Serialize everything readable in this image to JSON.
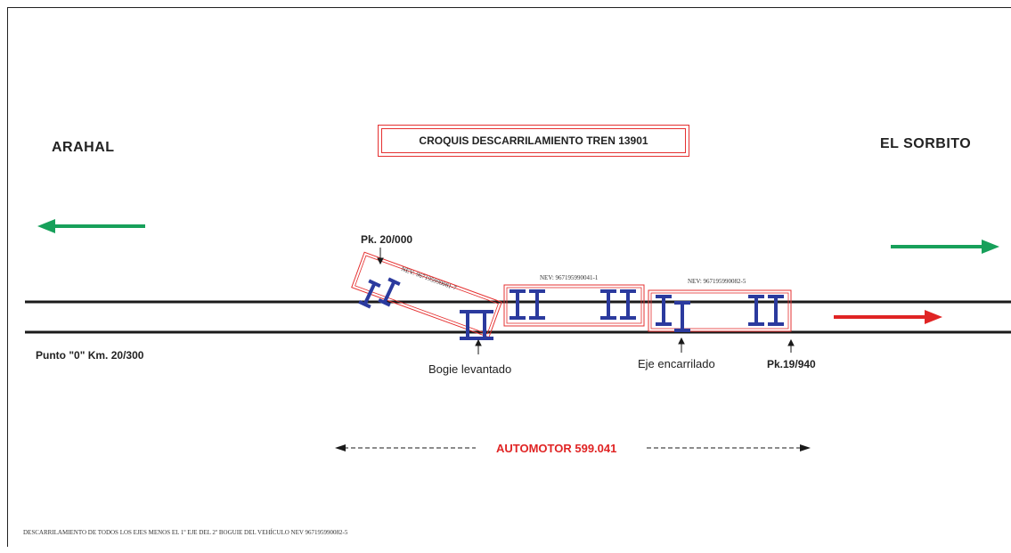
{
  "title": "CROQUIS DESCARRILAMIENTO TREN 13901",
  "places": {
    "left": "ARAHAL",
    "right": "EL SORBITO"
  },
  "markers": {
    "pk_start": "Pk. 20/000",
    "pk_end": "Pk.19/940",
    "punto_cero": "Punto \"0\" Km. 20/300"
  },
  "annotations": {
    "bogie": "Bogie levantado",
    "eje": "Eje encarrilado"
  },
  "vehicles": {
    "v1": "NEV: 967195990081-7",
    "v2": "NEV: 967195990041-1",
    "v3": "NEV: 967195990082-5"
  },
  "automotor": "AUTOMOTOR 599.041",
  "footnote": "DESCARRILAMIENTO DE TODOS LOS EJES MENOS EL 1º EJE DEL 2º BOGUIE DEL VEHÍCULO NEV 967195990082-5",
  "colors": {
    "green": "#17a05a",
    "red": "#e02424",
    "blue": "#2b3a9e",
    "box": "#e53030"
  }
}
